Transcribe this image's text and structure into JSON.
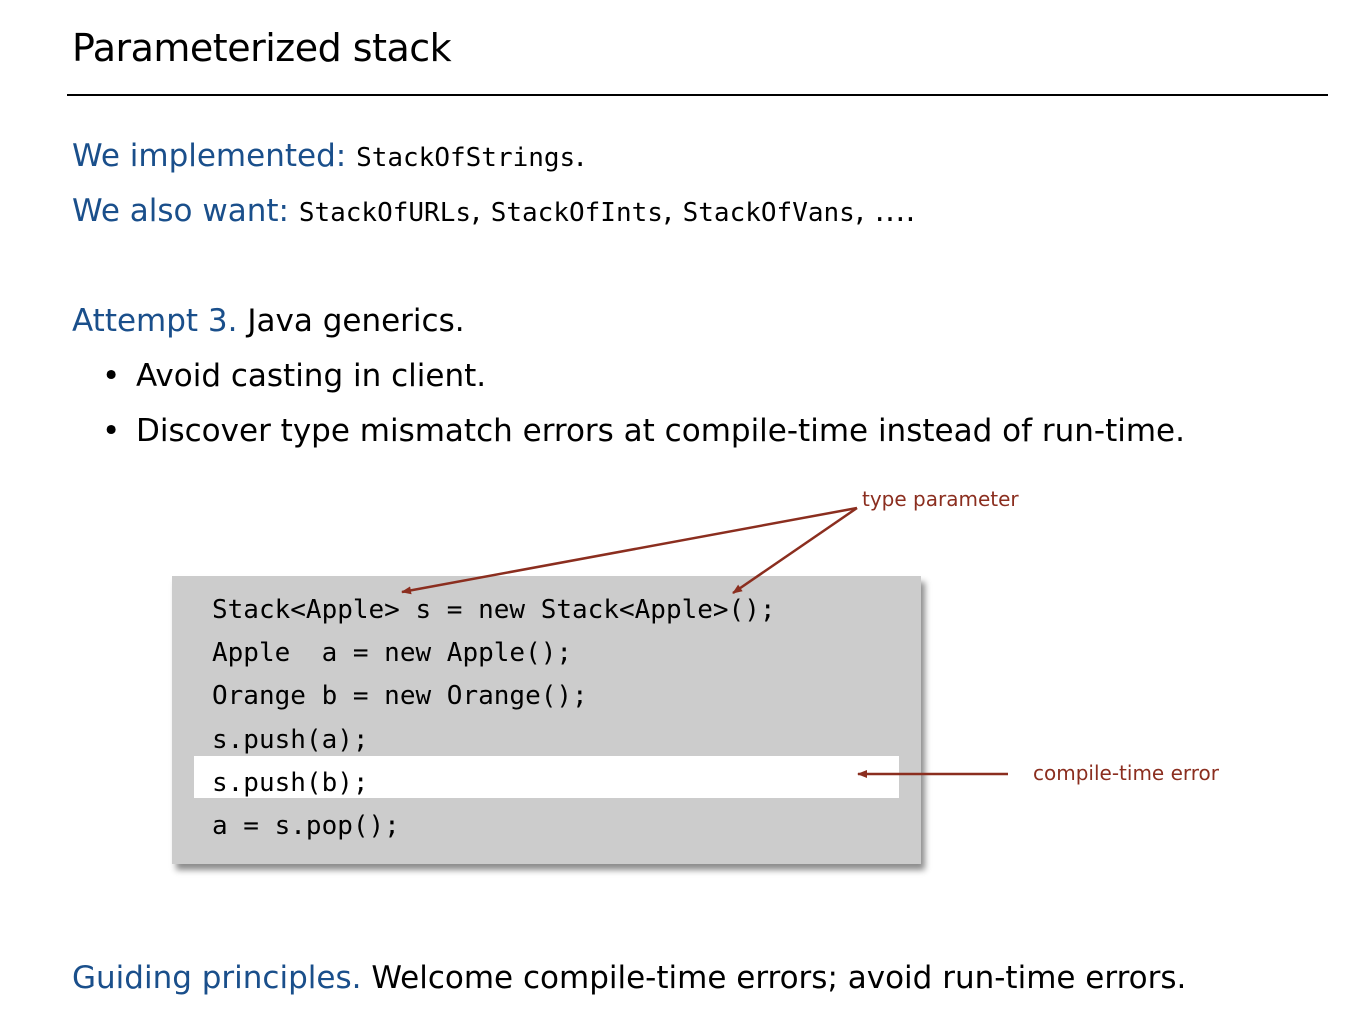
{
  "slide": {
    "title": "Parameterized stack",
    "implemented_label": "We implemented:",
    "implemented_value": "StackOfStrings",
    "implemented_tail": ".",
    "want_label": "We also want:",
    "want_items": [
      "StackOfURLs",
      "StackOfInts",
      "StackOfVans"
    ],
    "want_sep": ", ",
    "want_tail": ", ….",
    "attempt_label": "Attempt 3.",
    "attempt_text": "Java generics.",
    "bullets": [
      "Avoid casting in client.",
      "Discover type mismatch errors at compile-time instead of run-time."
    ],
    "bullet_marker": "•",
    "code_lines": [
      "Stack<Apple> s = new Stack<Apple>();",
      "Apple  a = new Apple();",
      "Orange b = new Orange();",
      "s.push(a);",
      "s.push(b);",
      "a = s.pop();"
    ],
    "annotation_type_param": "type parameter",
    "annotation_error": "compile-time error",
    "guiding_label": "Guiding principles.",
    "guiding_text": "Welcome compile-time errors; avoid run-time errors.",
    "colors": {
      "heading_blue": "#1a4f8b",
      "annotation_red": "#8b2e1f",
      "code_bg": "#cccccc"
    }
  }
}
